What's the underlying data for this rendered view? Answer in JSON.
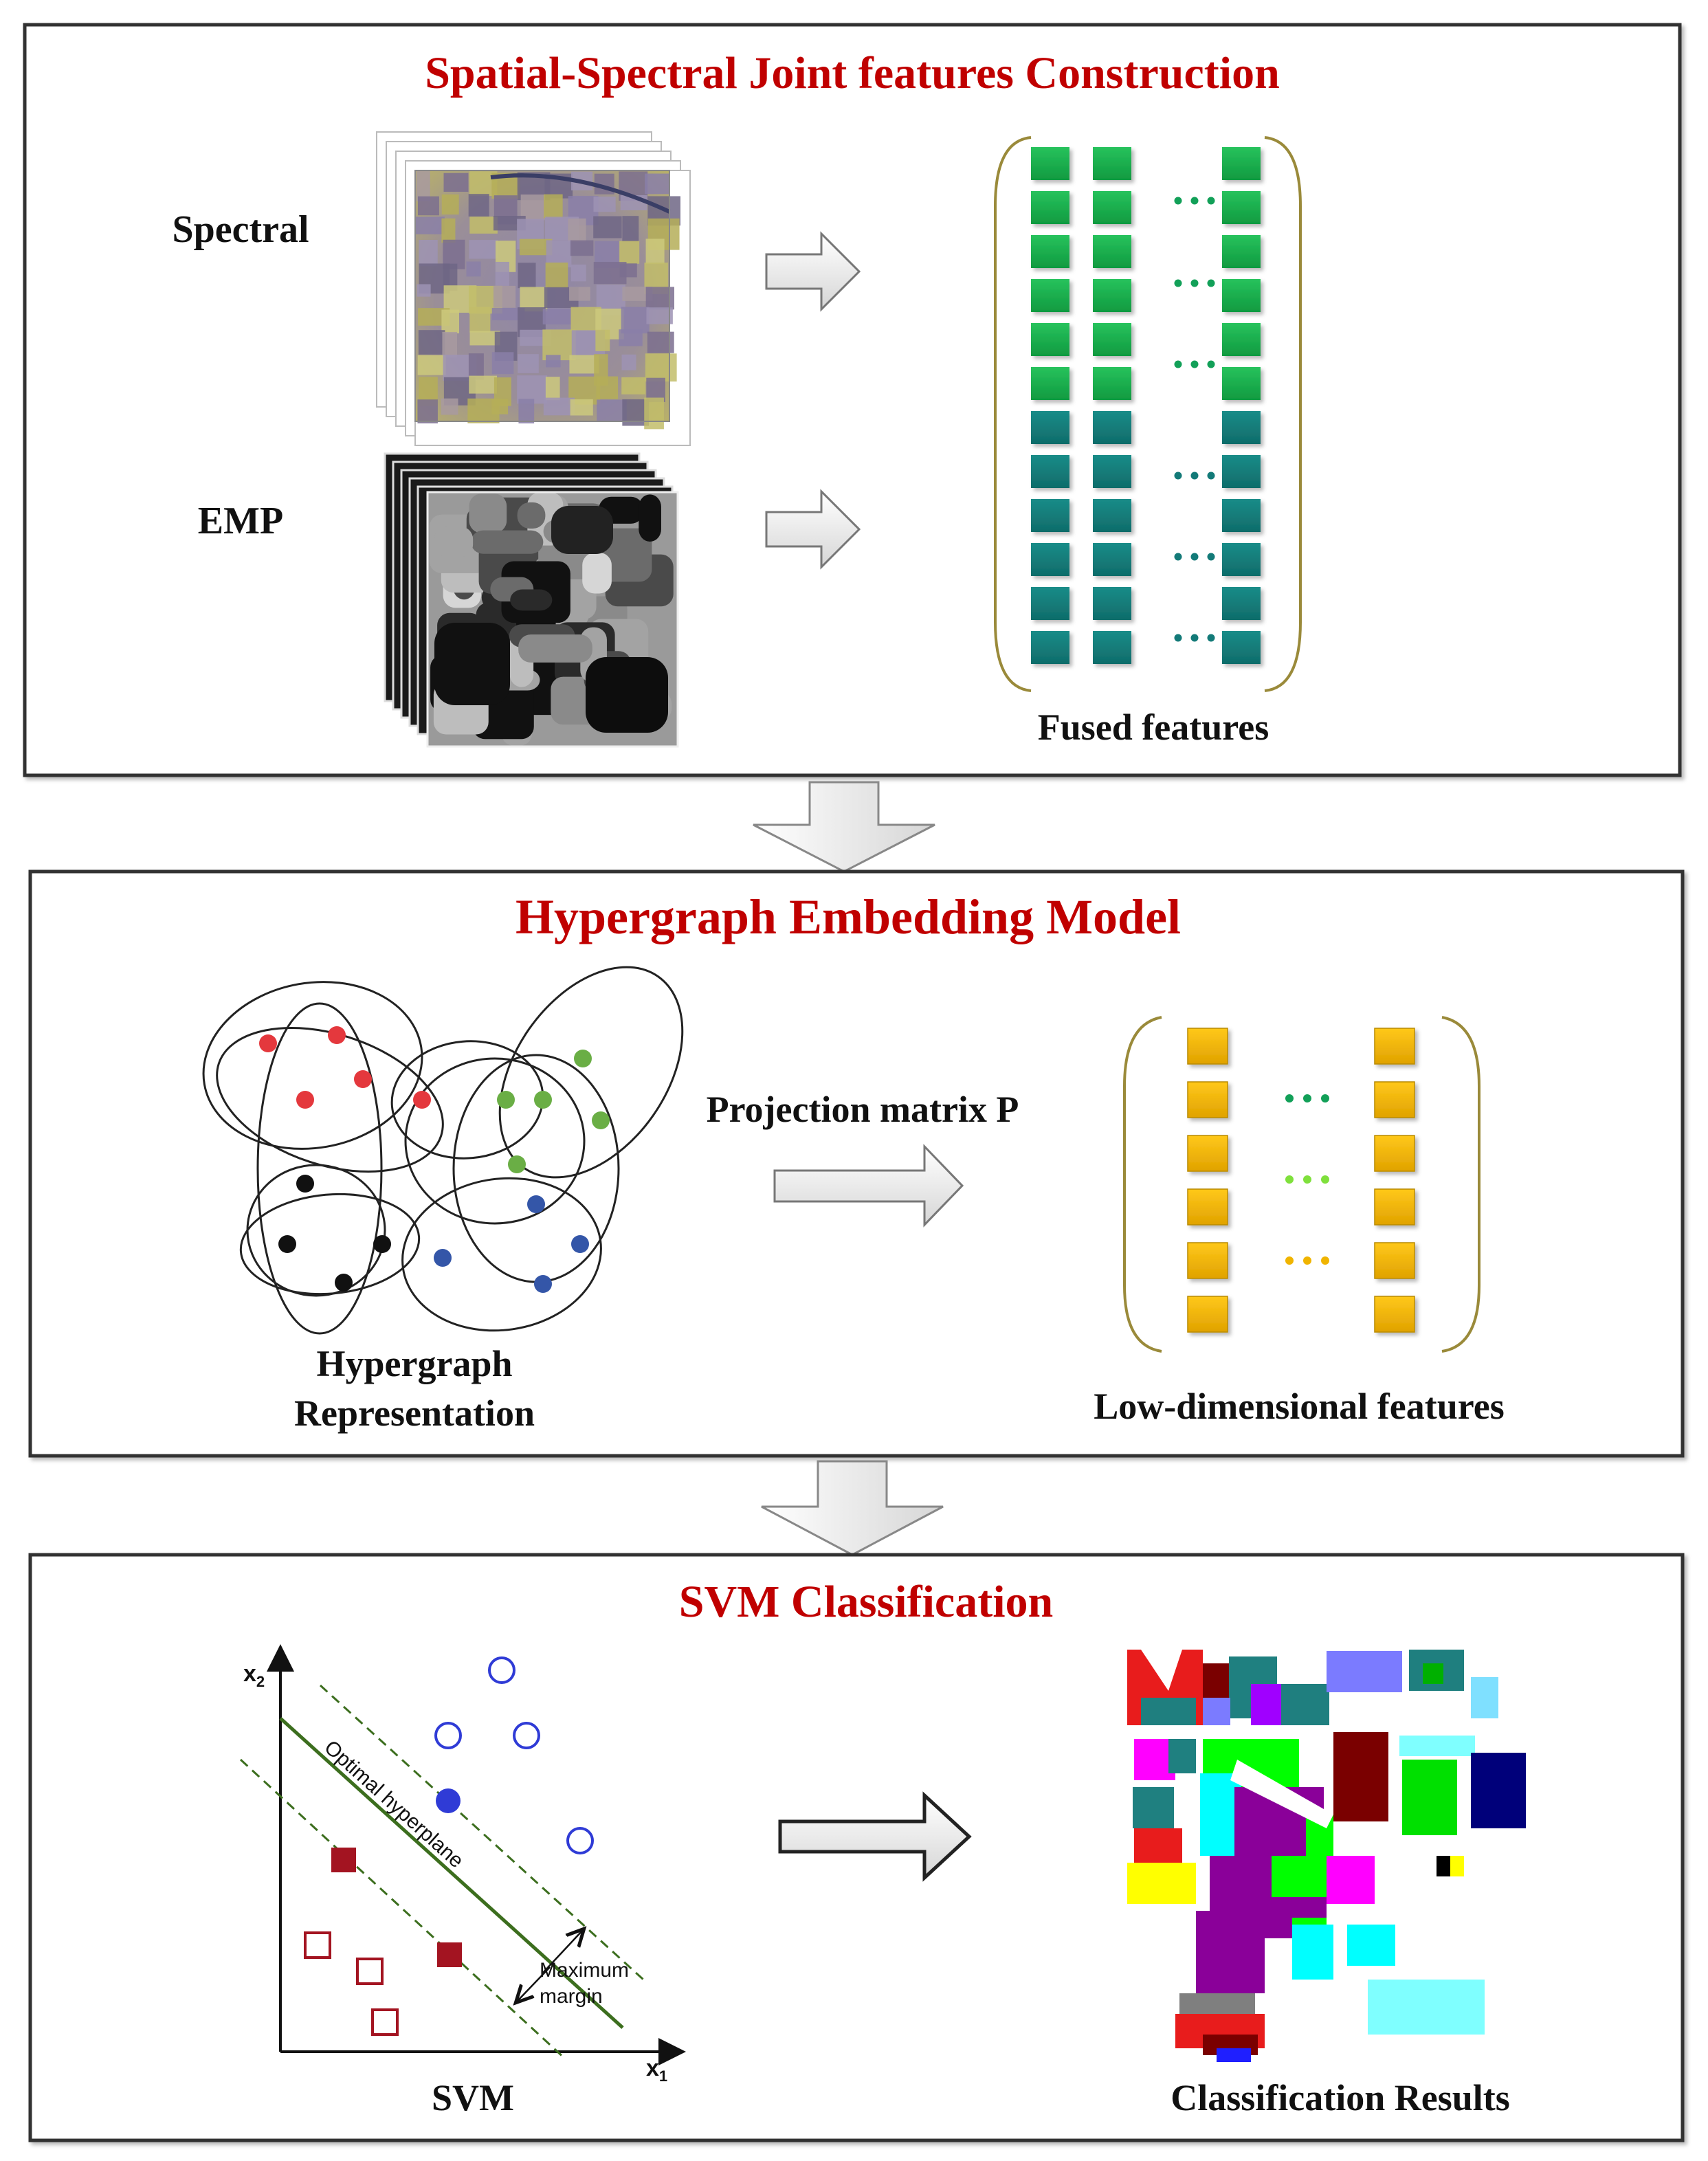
{
  "panel1": {
    "title": "Spatial-Spectral Joint features Construction",
    "label_spectral": "Spectral",
    "label_emp": "EMP",
    "caption": "Fused features"
  },
  "panel2": {
    "title": "Hypergraph Embedding Model",
    "projection_label": "Projection matrix P",
    "caption_left_line1": "Hypergraph",
    "caption_left_line2": "Representation",
    "caption_right": "Low-dimensional features"
  },
  "panel3": {
    "title": "SVM Classification",
    "axis_x_letter": "x",
    "axis_x_sub": "1",
    "axis_y_letter": "x",
    "axis_y_sub": "2",
    "hyperplane_label": "Optimal hyperplane",
    "margin_line1": "Maximum",
    "margin_line2": "margin",
    "caption_left": "SVM",
    "caption_right": "Classification Results"
  },
  "colors": {
    "title_red": "#c00000",
    "green_block": "#1aaa4a",
    "teal_block": "#137a78",
    "gold_block": "#f0b400",
    "bracket": "#9a8a3a",
    "dots_dark_green": "#12a058",
    "dots_light_green": "#7fe03c",
    "dots_gold": "#f0b400",
    "node_red": "#e4383d",
    "node_green": "#6aae45",
    "node_black": "#111111",
    "node_blue": "#3456a8",
    "svm_blue": "#2f3bd6",
    "svm_darkred": "#a31421",
    "svm_green": "#3c6e1e"
  }
}
